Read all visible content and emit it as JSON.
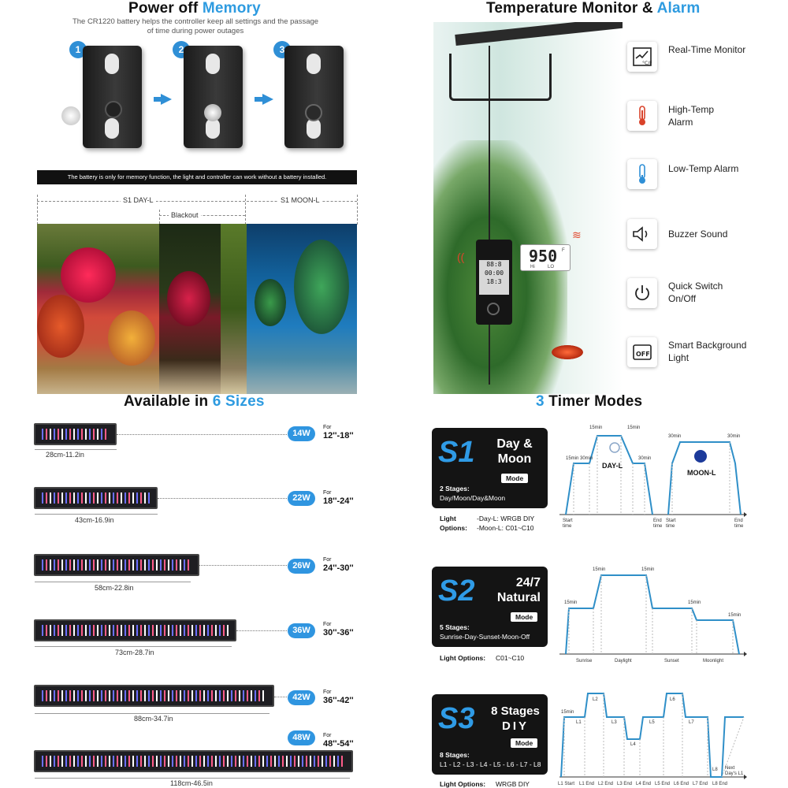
{
  "left_top": {
    "title_a": "Power off ",
    "title_b": "Memory",
    "subtitle": "The CR1220 battery helps the controller keep all settings and the passage of time during power outages",
    "steps": [
      "1",
      "2",
      "3"
    ],
    "note": "The battery is only for memory function, the light and controller can work without a battery installed.",
    "range_labels": {
      "day": "S1 DAY-L",
      "blackout": "Blackout",
      "moon": "S1 MOON-L"
    }
  },
  "right_top": {
    "title_a": "Temperature Monitor & ",
    "title_b": "Alarm",
    "display_value": "950",
    "display_hi": "Hi",
    "display_lo": "LO",
    "display_unit": "F",
    "features": [
      {
        "icon": "chart-icon",
        "label": "Real-Time Monitor"
      },
      {
        "icon": "thermometer-high-icon",
        "label": "High-Temp Alarm"
      },
      {
        "icon": "thermometer-low-icon",
        "label": "Low-Temp Alarm"
      },
      {
        "icon": "speaker-icon",
        "label": "Buzzer Sound"
      },
      {
        "icon": "power-icon",
        "label": "Quick Switch On/Off"
      },
      {
        "icon": "off-icon",
        "label": "Smart Background Light"
      }
    ]
  },
  "sizes": {
    "title_a": "Available in ",
    "title_b": "6 Sizes",
    "items": [
      {
        "length": "28cm-11.2in",
        "watt": "14W",
        "for_label": "For",
        "range": "12''-18''"
      },
      {
        "length": "43cm-16.9in",
        "watt": "22W",
        "for_label": "For",
        "range": "18''-24''"
      },
      {
        "length": "58cm-22.8in",
        "watt": "26W",
        "for_label": "For",
        "range": "24''-30''"
      },
      {
        "length": "73cm-28.7in",
        "watt": "36W",
        "for_label": "For",
        "range": "30''-36''"
      },
      {
        "length": "88cm-34.7in",
        "watt": "42W",
        "for_label": "For",
        "range": "36''-42''"
      },
      {
        "length": "118cm-46.5in",
        "watt": "48W",
        "for_label": "For",
        "range": "48''-54''"
      }
    ]
  },
  "timers": {
    "title_a": "3",
    "title_b": " Timer Modes",
    "modes": [
      {
        "code": "S1",
        "name_1": "Day &",
        "name_2": "Moon",
        "tag": "Mode",
        "stages_label": "2 Stages:",
        "stages": "Day/Moon/Day&Moon",
        "options_label": "Light Options:",
        "options_1": "-Day-L: WRGB DIY",
        "options_2": "-Moon-L: C01~C10"
      },
      {
        "code": "S2",
        "name_1": "24/7",
        "name_2": "Natural",
        "tag": "Mode",
        "stages_label": "5 Stages:",
        "stages": "Sunrise-Day-Sunset-Moon-Off",
        "options_label": "Light Options:",
        "options_1": "C01~C10"
      },
      {
        "code": "S3",
        "name_1": "8 Stages",
        "name_2": "DIY",
        "tag": "Mode",
        "stages_label": "8 Stages:",
        "stages": "L1 - L2 - L3 - L4 - L5 - L6 - L7 - L8",
        "options_label": "Light Options:",
        "options_1": "WRGB DIY"
      }
    ],
    "chart1": {
      "t15": "15min",
      "t30": "30min",
      "day": "DAY-L",
      "moon": "MOON-L",
      "start": "Start",
      "time": "time",
      "end": "End"
    },
    "chart2": {
      "t15": "15min",
      "labels": [
        "Sunrise",
        "Daylight",
        "Sunset",
        "Moonlight"
      ]
    },
    "chart3": {
      "t15": "15min",
      "levels": [
        "L1",
        "L2",
        "L3",
        "L4",
        "L5",
        "L6",
        "L7",
        "L8"
      ],
      "next": "Next",
      "next2": "Day's L1",
      "ticks": [
        "L1 Start",
        "L1 End",
        "L2 End",
        "L3 End",
        "L4 End",
        "L5 End",
        "L6 End",
        "L7 End",
        "L8 End"
      ]
    }
  }
}
